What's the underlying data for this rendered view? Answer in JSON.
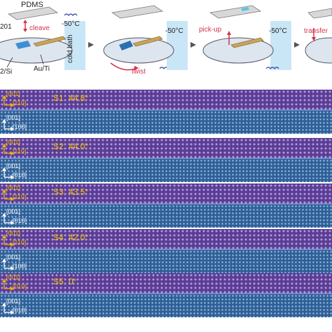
{
  "schematic": {
    "pdms_label": "PDMS",
    "sample_label": "201",
    "substrate_label": "2/Si",
    "electrode_label": "Au/Ti",
    "bath_label": "cold bath",
    "cleave_label": "cleave",
    "twist_label": "twist",
    "pickup_label": "pick-up",
    "transfer_label": "transfer",
    "temperature_label": "-50°C",
    "colors": {
      "bath": "#c9e6f7",
      "disk": "#dde6ef",
      "arrow_red": "#d2334d",
      "coil": "#3a4aa0"
    }
  },
  "panels": [
    {
      "sample": "S1",
      "angle": "44.8°",
      "top_axis_vertical": "[001]",
      "top_axis_horizontal": "[110]",
      "bottom_axis_vertical": "[001]",
      "bottom_axis_horizontal": "[100]"
    },
    {
      "sample": "S2",
      "angle": "44.0°",
      "top_axis_vertical": "[001]",
      "top_axis_horizontal": "[110]",
      "bottom_axis_vertical": "[001]",
      "bottom_axis_horizontal": "[010]"
    },
    {
      "sample": "S3",
      "angle": "43.5°",
      "top_axis_vertical": "[001]",
      "top_axis_horizontal": "[110]",
      "bottom_axis_vertical": "[001]",
      "bottom_axis_horizontal": "[010]"
    },
    {
      "sample": "S4",
      "angle": "42.0°",
      "top_axis_vertical": "[001]",
      "top_axis_horizontal": "[110]",
      "bottom_axis_vertical": "[001]",
      "bottom_axis_horizontal": "[100]"
    },
    {
      "sample": "S5",
      "angle": "0°",
      "top_axis_vertical": "[001]",
      "top_axis_horizontal": "[010]",
      "bottom_axis_vertical": "[001]",
      "bottom_axis_horizontal": "[010]"
    }
  ],
  "colors": {
    "purple_layer": "#5a3d94",
    "blue_layer": "#2f5f96",
    "axis_yellow": "#f0b400",
    "axis_white": "#ffffff"
  }
}
